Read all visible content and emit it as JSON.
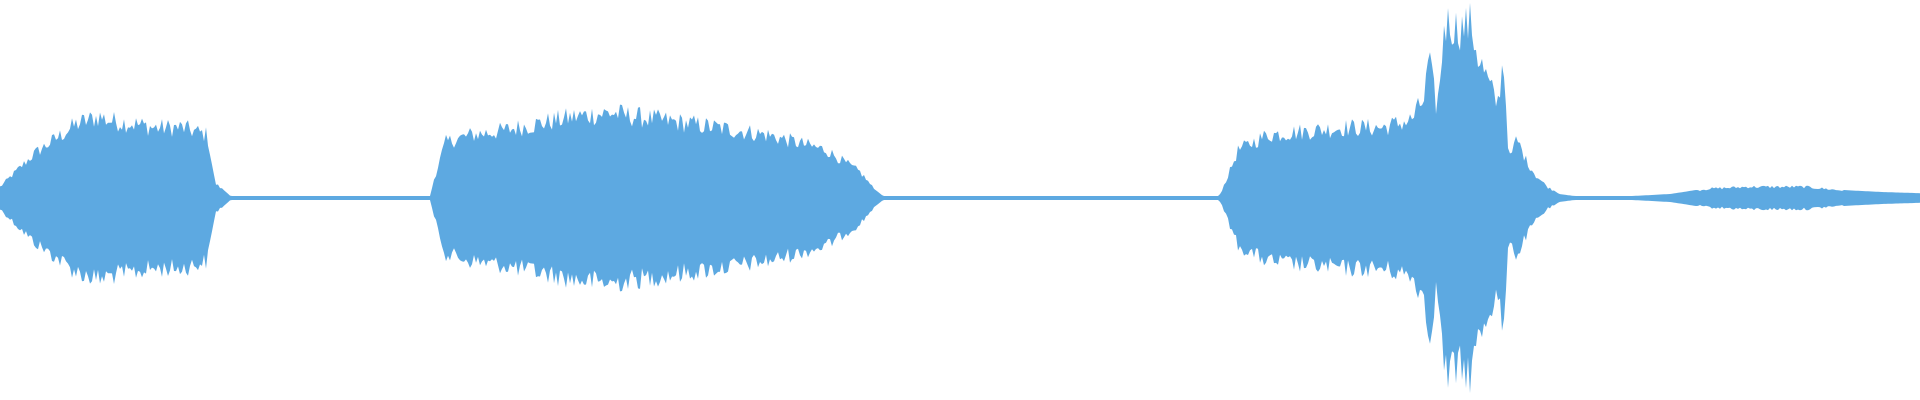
{
  "waveform": {
    "color": "#5DA9E1",
    "background": "#FFFFFF",
    "baseline_visible": true,
    "amplitude_envelope": {
      "x": [
        0,
        0.018,
        0.04,
        0.052,
        0.056,
        0.07,
        0.08,
        0.095,
        0.108,
        0.112,
        0.12,
        0.15,
        0.2,
        0.224,
        0.226,
        0.232,
        0.245,
        0.26,
        0.28,
        0.3,
        0.318,
        0.33,
        0.36,
        0.4,
        0.43,
        0.448,
        0.456,
        0.46,
        0.5,
        0.55,
        0.6,
        0.635,
        0.638,
        0.645,
        0.66,
        0.68,
        0.7,
        0.72,
        0.735,
        0.742,
        0.744,
        0.748,
        0.75,
        0.752,
        0.756,
        0.758,
        0.762,
        0.766,
        0.77,
        0.776,
        0.78,
        0.783,
        0.786,
        0.79,
        0.795,
        0.8,
        0.806,
        0.812,
        0.82,
        0.85,
        0.87,
        0.89,
        0.91,
        0.94,
        0.96,
        0.98,
        1.0
      ],
      "value": [
        0.03,
        0.12,
        0.2,
        0.22,
        0.21,
        0.2,
        0.19,
        0.19,
        0.17,
        0.04,
        0.005,
        0.005,
        0.005,
        0.005,
        0.05,
        0.15,
        0.17,
        0.18,
        0.2,
        0.22,
        0.23,
        0.22,
        0.2,
        0.17,
        0.13,
        0.07,
        0.02,
        0.005,
        0.005,
        0.005,
        0.005,
        0.005,
        0.04,
        0.13,
        0.17,
        0.18,
        0.19,
        0.19,
        0.21,
        0.27,
        0.38,
        0.25,
        0.3,
        0.47,
        0.47,
        0.46,
        0.46,
        0.47,
        0.38,
        0.3,
        0.25,
        0.38,
        0.1,
        0.16,
        0.1,
        0.06,
        0.03,
        0.01,
        0.005,
        0.005,
        0.01,
        0.025,
        0.03,
        0.03,
        0.02,
        0.015,
        0.012
      ]
    }
  }
}
